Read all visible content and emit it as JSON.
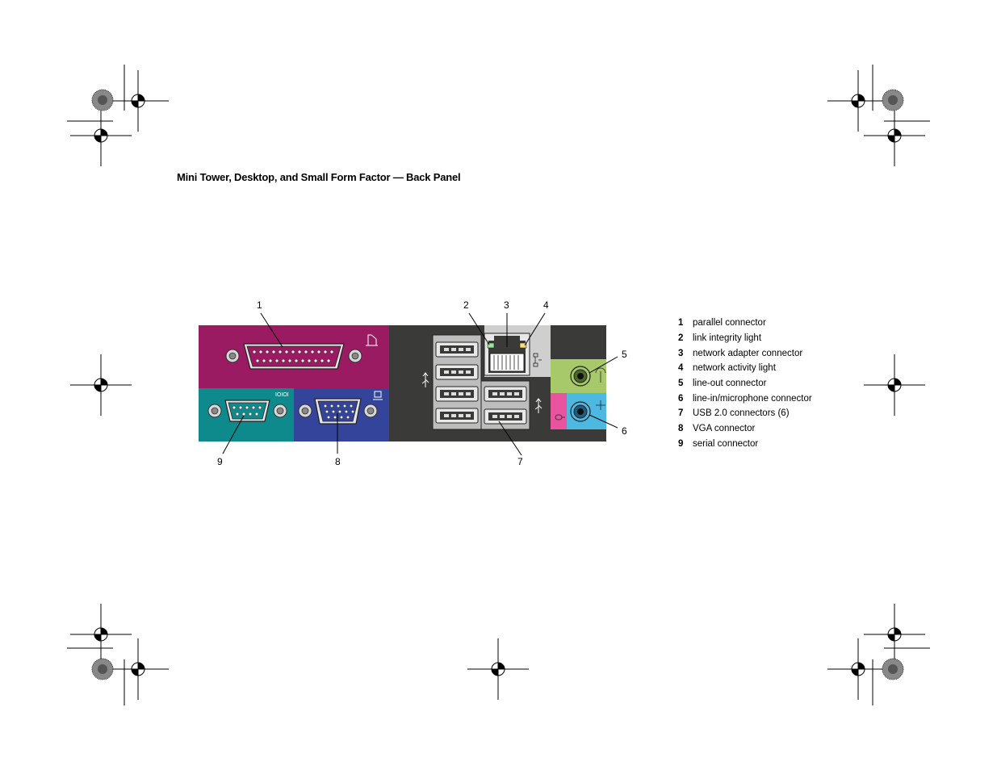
{
  "page": {
    "title": "Mini Tower, Desktop, and Small Form Factor — Back Panel"
  },
  "figure": {
    "callouts": [
      "1",
      "2",
      "3",
      "4",
      "5",
      "6",
      "7",
      "8",
      "9"
    ],
    "serial_port_symbol": "IOIOI",
    "colors": {
      "parallel": "#9b1b62",
      "serial": "#0f8a8c",
      "vga": "#34449a",
      "panel": "#3a3a38",
      "network_area": "#cfcfcf",
      "line_out": "#a8c96a",
      "line_in": "#e8549e",
      "mic_area": "#4db8e0"
    }
  },
  "legend": [
    {
      "num": "1",
      "label": "parallel connector"
    },
    {
      "num": "2",
      "label": "link integrity light"
    },
    {
      "num": "3",
      "label": "network adapter connector"
    },
    {
      "num": "4",
      "label": "network activity light"
    },
    {
      "num": "5",
      "label": "line-out connector"
    },
    {
      "num": "6",
      "label": "line-in/microphone connector"
    },
    {
      "num": "7",
      "label": "USB 2.0 connectors (6)"
    },
    {
      "num": "8",
      "label": "VGA connector"
    },
    {
      "num": "9",
      "label": "serial connector"
    }
  ]
}
